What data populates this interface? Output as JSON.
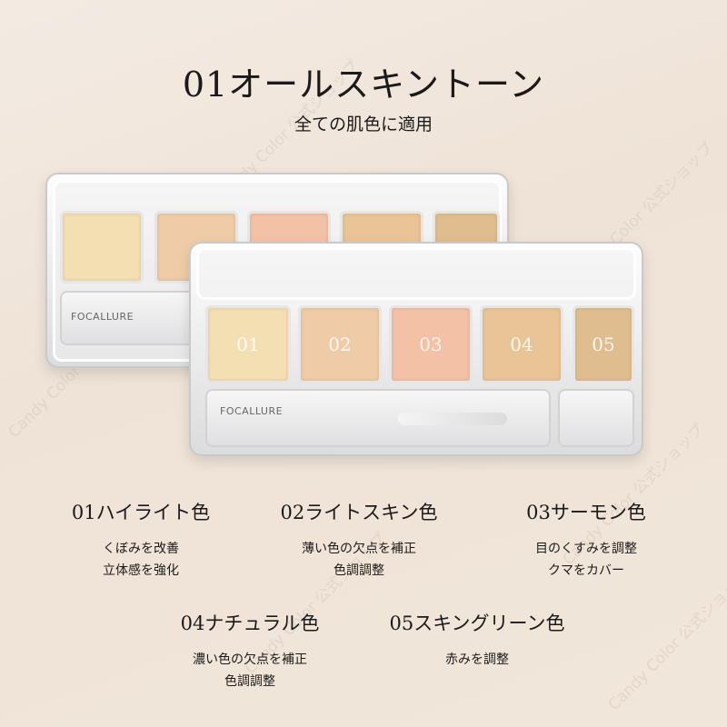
{
  "heading": {
    "title": "01オールスキントーン",
    "subtitle": "全ての肌色に適用"
  },
  "watermark": "Candy Color 公式ショップ",
  "product": {
    "brand": "FOCALLURE",
    "shades": [
      {
        "num": "01",
        "color": "#f3dfb2"
      },
      {
        "num": "02",
        "color": "#efcca7"
      },
      {
        "num": "03",
        "color": "#f3c1a6"
      },
      {
        "num": "04",
        "color": "#e9c497"
      },
      {
        "num": "05",
        "color": "#dfbd8f"
      }
    ]
  },
  "shades": [
    {
      "name": "01ハイライト色",
      "lines": [
        "くぼみを改善",
        "立体感を強化"
      ]
    },
    {
      "name": "02ライトスキン色",
      "lines": [
        "薄い色の欠点を補正",
        "色調調整"
      ]
    },
    {
      "name": "03サーモン色",
      "lines": [
        "目のくすみを調整",
        "クマをカバー"
      ]
    },
    {
      "name": "04ナチュラル色",
      "lines": [
        "濃い色の欠点を補正",
        "色調調整"
      ]
    },
    {
      "name": "05スキングリーン色",
      "lines": [
        "赤みを調整"
      ]
    }
  ]
}
